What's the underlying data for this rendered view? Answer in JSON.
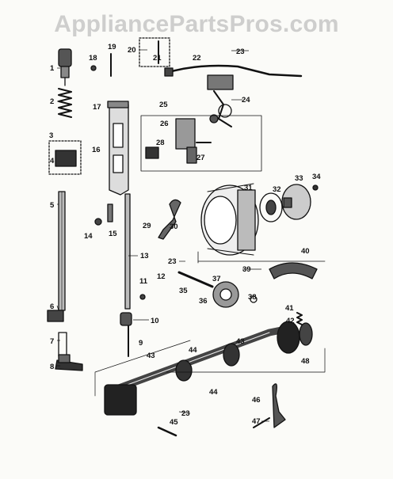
{
  "watermark": "AppliancePartsPros.com",
  "colors": {
    "ink": "#111111",
    "paper": "#fbfbf8",
    "watermark": "#aaaaaa"
  },
  "callouts": [
    {
      "id": "c1",
      "text": "1"
    },
    {
      "id": "c2",
      "text": "2"
    },
    {
      "id": "c3",
      "text": "3"
    },
    {
      "id": "c4",
      "text": "4"
    },
    {
      "id": "c5",
      "text": "5"
    },
    {
      "id": "c6",
      "text": "6"
    },
    {
      "id": "c7",
      "text": "7"
    },
    {
      "id": "c8",
      "text": "8"
    },
    {
      "id": "c9",
      "text": "9"
    },
    {
      "id": "c10",
      "text": "10"
    },
    {
      "id": "c11",
      "text": "11"
    },
    {
      "id": "c12",
      "text": "12"
    },
    {
      "id": "c13",
      "text": "13"
    },
    {
      "id": "c14",
      "text": "14"
    },
    {
      "id": "c15",
      "text": "15"
    },
    {
      "id": "c16",
      "text": "16"
    },
    {
      "id": "c17",
      "text": "17"
    },
    {
      "id": "c18",
      "text": "18"
    },
    {
      "id": "c19",
      "text": "19"
    },
    {
      "id": "c20",
      "text": "20"
    },
    {
      "id": "c21",
      "text": "21"
    },
    {
      "id": "c22",
      "text": "22"
    },
    {
      "id": "c23a",
      "text": "23"
    },
    {
      "id": "c24",
      "text": "24"
    },
    {
      "id": "c25",
      "text": "25"
    },
    {
      "id": "c26",
      "text": "26"
    },
    {
      "id": "c27",
      "text": "27"
    },
    {
      "id": "c28",
      "text": "28"
    },
    {
      "id": "c29",
      "text": "29"
    },
    {
      "id": "c30",
      "text": "30"
    },
    {
      "id": "c31",
      "text": "31"
    },
    {
      "id": "c32",
      "text": "32"
    },
    {
      "id": "c33",
      "text": "33"
    },
    {
      "id": "c34",
      "text": "34"
    },
    {
      "id": "c23b",
      "text": "23"
    },
    {
      "id": "c35",
      "text": "35"
    },
    {
      "id": "c36",
      "text": "36"
    },
    {
      "id": "c37",
      "text": "37"
    },
    {
      "id": "c38",
      "text": "38"
    },
    {
      "id": "c39",
      "text": "39"
    },
    {
      "id": "c40",
      "text": "40"
    },
    {
      "id": "c41",
      "text": "41"
    },
    {
      "id": "c42",
      "text": "42"
    },
    {
      "id": "c43a",
      "text": "43"
    },
    {
      "id": "c43b",
      "text": "43"
    },
    {
      "id": "c44a",
      "text": "44"
    },
    {
      "id": "c44b",
      "text": "44"
    },
    {
      "id": "c48",
      "text": "48"
    },
    {
      "id": "c23c",
      "text": "23"
    },
    {
      "id": "c45",
      "text": "45"
    },
    {
      "id": "c46",
      "text": "46"
    },
    {
      "id": "c47",
      "text": "47"
    }
  ]
}
